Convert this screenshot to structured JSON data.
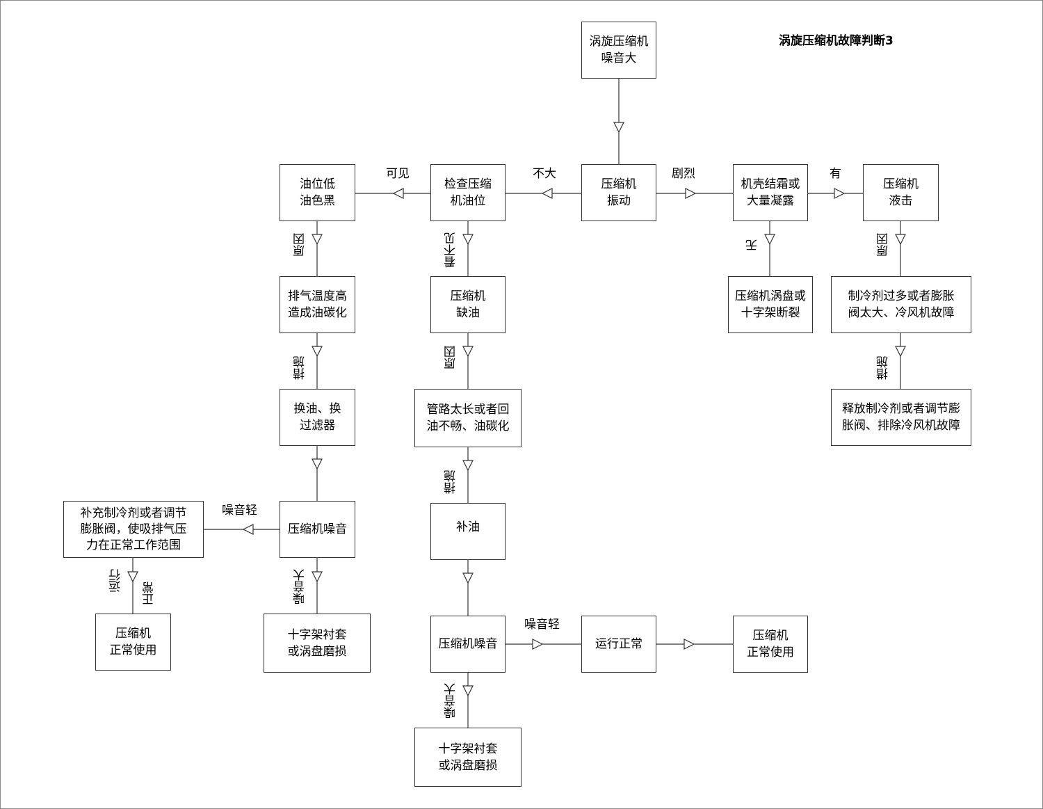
{
  "title": "涡旋压缩机故障判断3",
  "nodes": {
    "noise_big": "涡旋压缩机\n噪音大",
    "vibration": "压缩机\n振动",
    "check_oil": "检查压缩\n机油位",
    "oil_low": "油位低\n油色黑",
    "exhaust_temp": "排气温度高\n造成油碳化",
    "change_oil": "换油、换\n过滤器",
    "comp_noise_left": "压缩机噪音",
    "refill_refrigerant": "补充制冷剂或者调节\n膨胀阀，使吸排气压\n力在正常工作范围",
    "normal_use_left": "压缩机\n正常使用",
    "cross_wear_left": "十字架衬套\n或涡盘磨损",
    "lack_oil": "压缩机\n缺油",
    "pipe_long": "管路太长或者回\n油不畅、油碳化",
    "add_oil": "补油",
    "comp_noise_mid": "压缩机噪音",
    "run_normal": "运行正常",
    "normal_use_right": "压缩机\n正常使用",
    "cross_wear_bottom": "十字架衬套\n或涡盘磨损",
    "frost": "机壳结霜或\n大量凝露",
    "scroll_crack": "压缩机涡盘或\n十字架断裂",
    "liquid_hammer": "压缩机\n液击",
    "too_much_refrigerant": "制冷剂过多或者膨胀\n阀太大、冷风机故障",
    "release_refrigerant": "释放制冷剂或者调节膨\n胀阀、排除冷风机故障"
  },
  "labels": {
    "visible": "可见",
    "not_big": "不大",
    "severe": "剧烈",
    "has": "有",
    "none": "无",
    "cause_1": "原因",
    "invisible": "看不见",
    "measure_1": "措施",
    "cause_2": "原因",
    "measure_2": "措施",
    "noise_light_left": "噪音轻",
    "running": "运行",
    "normal": "正常",
    "noise_big_left": "噪音大",
    "noise_light_mid": "噪音轻",
    "noise_big_mid": "噪音大",
    "cause_3": "原因",
    "measure_3": "措施"
  }
}
